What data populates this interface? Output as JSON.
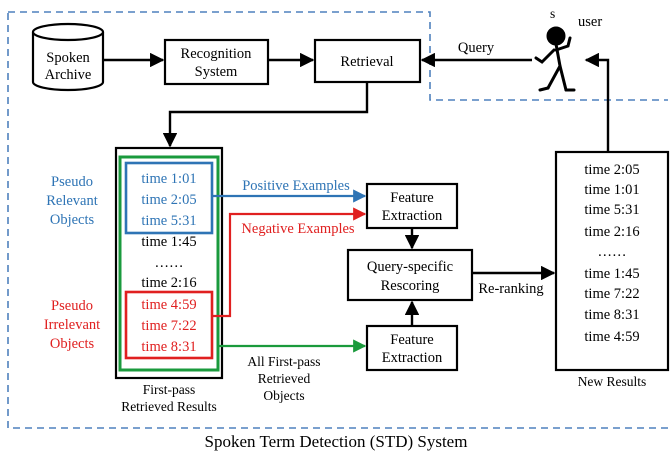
{
  "system_caption": "Spoken Term Detection (STD) System",
  "nodes": {
    "spoken_archive": [
      "Spoken",
      "Archive"
    ],
    "recognition": [
      "Recognition",
      "System"
    ],
    "retrieval": "Retrieval",
    "feature_top": [
      "Feature",
      "Extraction"
    ],
    "rescoring": [
      "Query-specific",
      "Rescoring"
    ],
    "feature_bottom": [
      "Feature",
      "Extraction"
    ]
  },
  "user": {
    "label": "user"
  },
  "edges": {
    "query": "Query",
    "positive": "Positive Examples",
    "negative": "Negative Examples",
    "reranking": "Re-ranking",
    "all_first_pass": [
      "All First-pass",
      "Retrieved",
      "Objects"
    ]
  },
  "side_labels": {
    "pseudo_relevant": [
      "Pseudo",
      "Relevant",
      "Objects"
    ],
    "pseudo_irrelevant": [
      "Pseudo",
      "Irrelevant",
      "Objects"
    ]
  },
  "first_pass": {
    "items": [
      "time 1:01",
      "time 2:05",
      "time 5:31",
      "time 1:45",
      "……",
      "time 2:16",
      "time 4:59",
      "time 7:22",
      "time 8:31"
    ],
    "caption": [
      "First-pass",
      "Retrieved Results"
    ]
  },
  "new_results": {
    "items": [
      "time 2:05",
      "time 1:01",
      "time 5:31",
      "time 2:16",
      "……",
      "time 1:45",
      "time 7:22",
      "time 8:31",
      "time 4:59"
    ],
    "caption": "New Results"
  },
  "colors": {
    "blue": "#2e74b5",
    "red": "#e02020",
    "green": "#1a9a3c",
    "dashed_border": "#4f81bd",
    "black": "#000000"
  }
}
